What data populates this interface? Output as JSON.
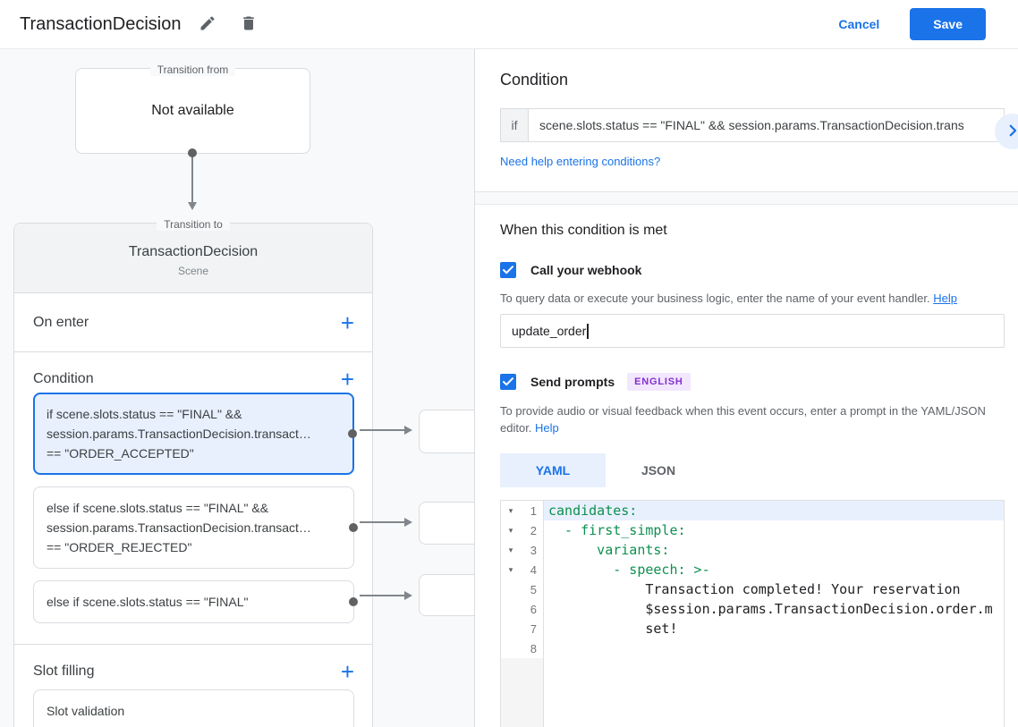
{
  "header": {
    "title": "TransactionDecision",
    "cancel_label": "Cancel",
    "save_label": "Save"
  },
  "diagram": {
    "transition_from": {
      "label": "Transition from",
      "value": "Not available"
    },
    "transition_to": {
      "label": "Transition to",
      "title": "TransactionDecision",
      "subtitle": "Scene"
    },
    "on_enter_label": "On enter",
    "condition_label": "Condition",
    "slot_filling_label": "Slot filling",
    "slot_validation_label": "Slot validation",
    "condition_cards": [
      {
        "lines": [
          "if scene.slots.status == \"FINAL\" &&",
          "session.params.TransactionDecision.transact…",
          "== \"ORDER_ACCEPTED\""
        ]
      },
      {
        "lines": [
          "else if scene.slots.status == \"FINAL\" &&",
          "session.params.TransactionDecision.transact…",
          "== \"ORDER_REJECTED\""
        ]
      },
      {
        "lines": [
          "else if scene.slots.status == \"FINAL\""
        ]
      }
    ]
  },
  "panel": {
    "title": "Condition",
    "if_label": "if",
    "if_value": "scene.slots.status == \"FINAL\" && session.params.TransactionDecision.trans",
    "conditions_help_link": "Need help entering conditions?",
    "when_title": "When this condition is met",
    "webhook": {
      "label": "Call your webhook",
      "helper": "To query data or execute your business logic, enter the name of your event handler.",
      "help_label": "Help",
      "value": "update_order"
    },
    "prompts": {
      "label": "Send prompts",
      "badge": "ENGLISH",
      "helper": "To provide audio or visual feedback when this event occurs, enter a prompt in the YAML/JSON editor.",
      "help_label": "Help"
    },
    "tabs": [
      {
        "label": "YAML"
      },
      {
        "label": "JSON"
      }
    ],
    "editor": {
      "lines": [
        {
          "num": "1",
          "code": "candidates:"
        },
        {
          "num": "2",
          "code": "  - first_simple:"
        },
        {
          "num": "3",
          "code": "      variants:"
        },
        {
          "num": "4",
          "code": "        - speech: >-"
        },
        {
          "num": "5",
          "code": "            Transaction completed! Your reservation"
        },
        {
          "num": "6",
          "code": "            $session.params.TransactionDecision.order.m"
        },
        {
          "num": "7",
          "code": "            set!"
        },
        {
          "num": "8",
          "code": ""
        }
      ],
      "accent_green": "#0d904f",
      "highlight_blue": "#e8f0fe"
    }
  }
}
